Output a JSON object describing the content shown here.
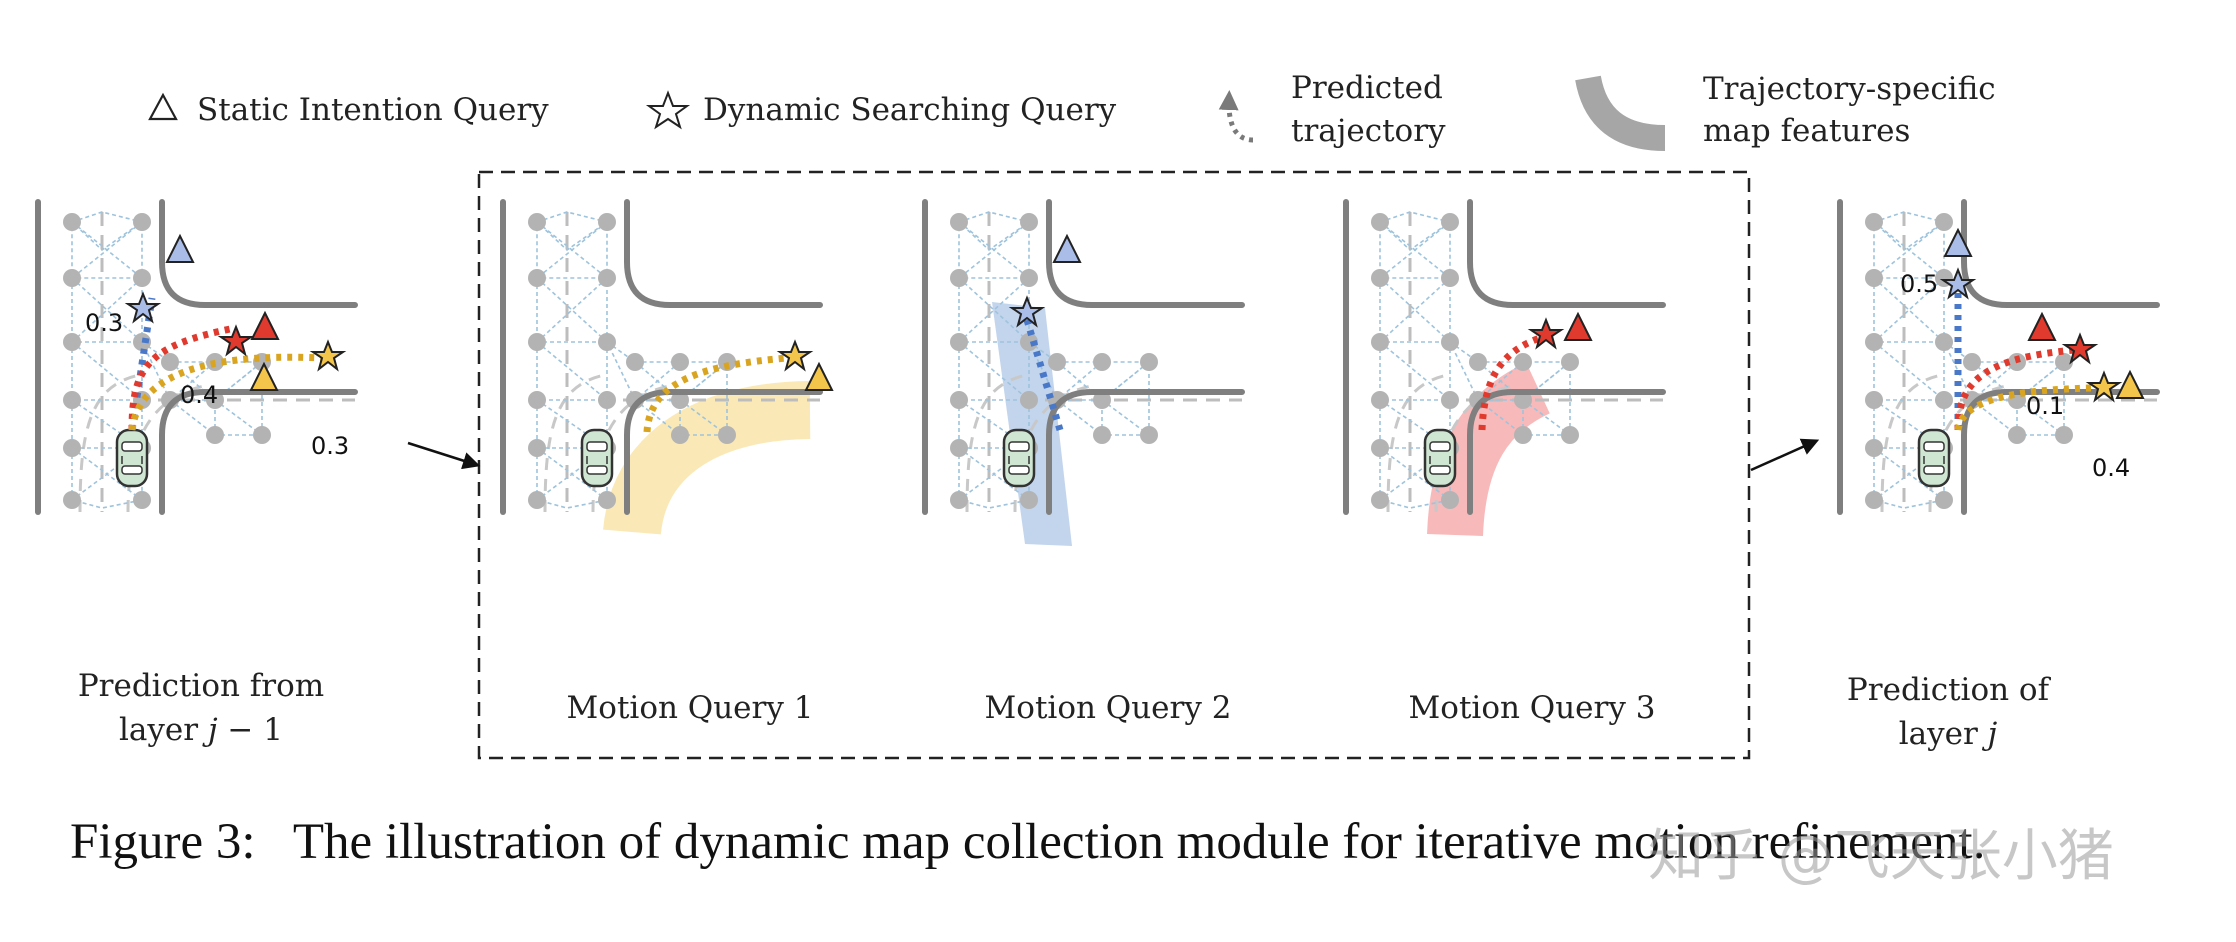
{
  "legend": {
    "static_query": "Static Intention Query",
    "dynamic_query": "Dynamic Searching Query",
    "predicted_line1": "Predicted",
    "predicted_line2": "trajectory",
    "map_features_line1": "Trajectory-specific",
    "map_features_line2": "map features"
  },
  "panels": {
    "left_label_line1": "Prediction from",
    "left_label_line2_prefix": "layer ",
    "left_label_var": "j",
    "left_label_suffix": " − 1",
    "mq1": "Motion Query 1",
    "mq2": "Motion Query 2",
    "mq3": "Motion Query 3",
    "right_label_line1": "Prediction of",
    "right_label_line2_prefix": "layer ",
    "right_label_var": "j"
  },
  "scores": {
    "left_blue": "0.3",
    "left_red": "0.4",
    "left_yellow": "0.3",
    "right_blue": "0.5",
    "right_red": "0.1",
    "right_yellow": "0.4"
  },
  "caption": {
    "text": "Figure 3:   The illustration of dynamic map collection module for iterative motion refinement."
  },
  "watermark": {
    "text": "知乎 @飞天张小猪"
  },
  "colors": {
    "blue": "#4a78c8",
    "red": "#e03a2e",
    "yellow": "#d9a520",
    "node": "#b3b3b3",
    "road": "#7f7f7f",
    "car": "#cfe6d2"
  }
}
